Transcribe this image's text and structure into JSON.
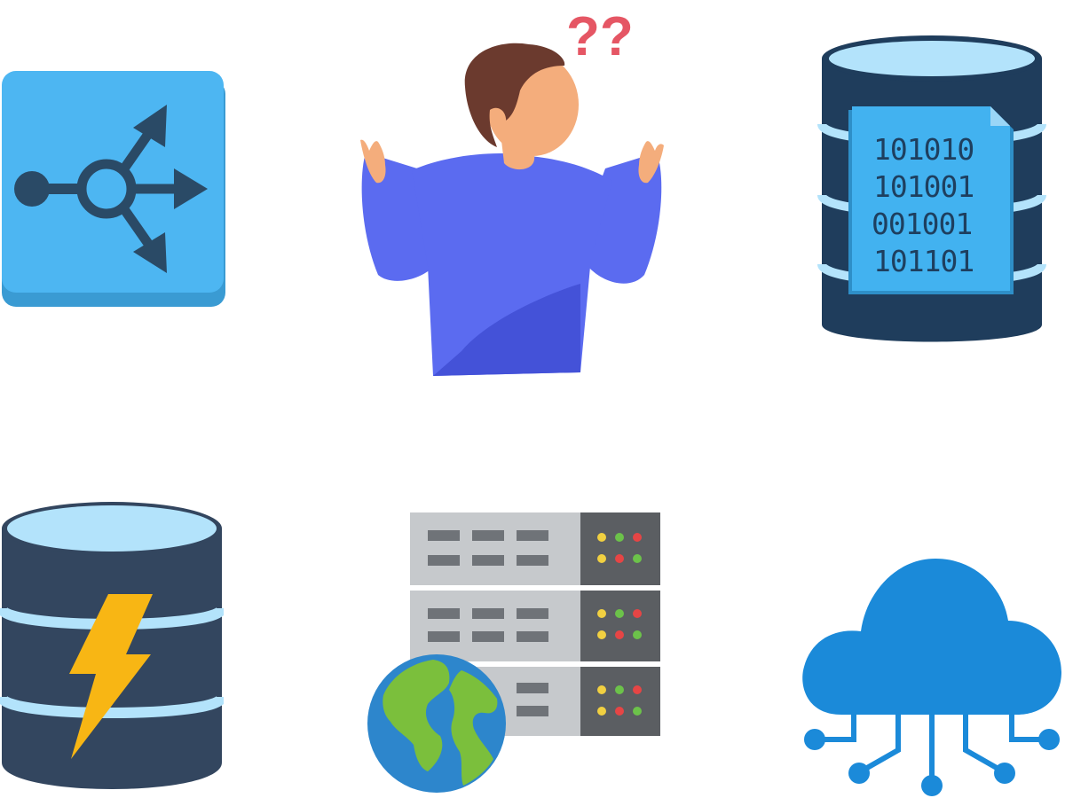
{
  "icons": {
    "router": {
      "name": "router-icon"
    },
    "person": {
      "name": "confused-person-icon",
      "question_marks": "??"
    },
    "binary_database": {
      "name": "binary-database-icon",
      "binary_lines": [
        "101010",
        "101001",
        "001001",
        "101101"
      ]
    },
    "fast_database": {
      "name": "lightning-database-icon"
    },
    "server_globe": {
      "name": "server-rack-globe-icon"
    },
    "cloud_network": {
      "name": "cloud-network-icon"
    }
  },
  "colors": {
    "router_blue": "#4db6f2",
    "router_dark": "#2a4a66",
    "person_shirt": "#5b6bf0",
    "person_skin": "#f4ad7c",
    "person_hair": "#6b3a2e",
    "question_red": "#e55664",
    "db_navy": "#1f3d5c",
    "db_light": "#b3e3fb",
    "doc_blue": "#42b2f0",
    "db_slate": "#33465f",
    "bolt_yellow": "#f8b614",
    "server_gray": "#c6c9cc",
    "server_dark": "#5b5e62",
    "globe_blue": "#2d86cc",
    "globe_green": "#7bbf3c",
    "cloud_blue": "#1b8ad9"
  }
}
